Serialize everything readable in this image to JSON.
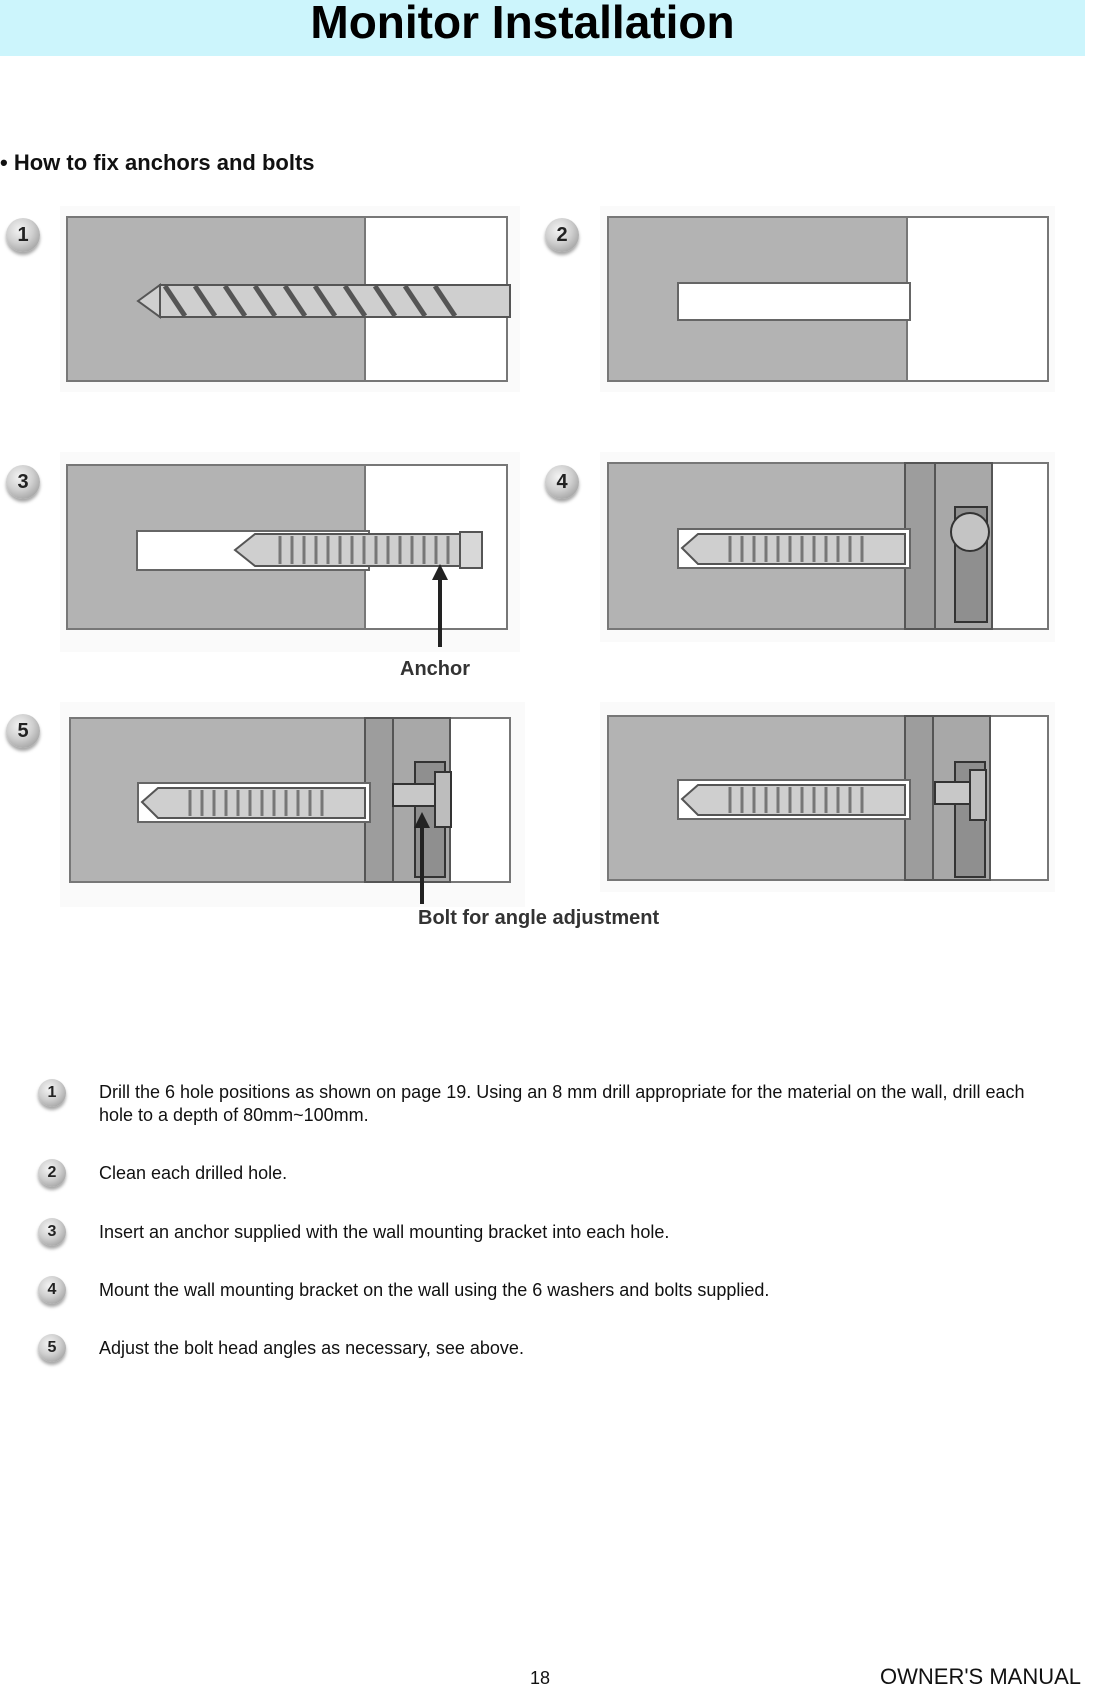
{
  "header": {
    "title": "Monitor Installation"
  },
  "section": {
    "heading": "• How to fix anchors and bolts"
  },
  "figure": {
    "badges": [
      "1",
      "2",
      "3",
      "4",
      "5"
    ],
    "callouts": {
      "anchor": "Anchor",
      "bolt": "Bolt for angle adjustment"
    }
  },
  "steps": [
    {
      "num": "1",
      "text": "Drill the 6 hole positions as shown on page 19. Using an 8 mm drill appropriate for the material on the wall, drill each hole to a depth of 80mm~100mm."
    },
    {
      "num": "2",
      "text": "Clean each drilled hole."
    },
    {
      "num": "3",
      "text": "Insert an anchor supplied with the wall mounting bracket into each hole."
    },
    {
      "num": "4",
      "text": "Mount the wall mounting bracket on the wall using the 6 washers and bolts supplied."
    },
    {
      "num": "5",
      "text": "Adjust the bolt head angles as necessary, see above."
    }
  ],
  "footer": {
    "page_number": "18",
    "label": "OWNER'S MANUAL"
  },
  "colors": {
    "title_band": "#ccf5fc",
    "wall": "#b3b3b3"
  }
}
